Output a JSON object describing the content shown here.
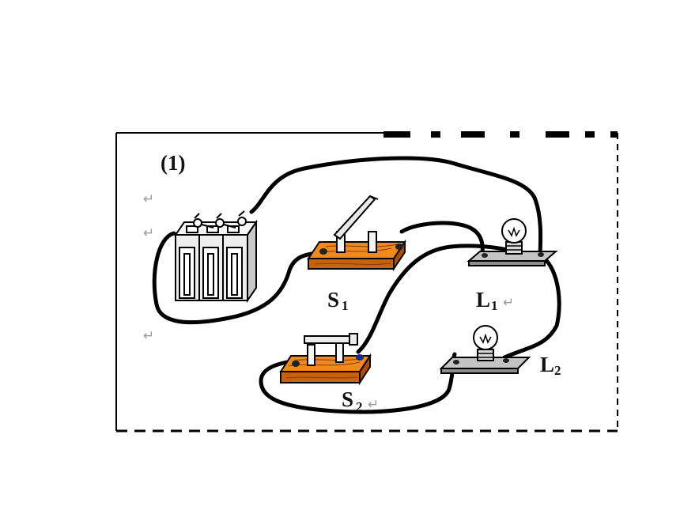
{
  "figure": {
    "number_label": "(1)",
    "paragraph_mark": "↵",
    "components": {
      "switch_1": {
        "letter": "S",
        "subscript": "1"
      },
      "switch_2": {
        "letter": "S",
        "subscript": "2"
      },
      "lamp_1": {
        "letter": "L",
        "subscript": "1"
      },
      "lamp_2": {
        "letter": "L",
        "subscript": "2"
      }
    }
  },
  "colors": {
    "wire": "#000000",
    "switch_base": "#e07a10",
    "switch_base_dark": "#a84f05",
    "lamp_base": "#a9a9a9",
    "battery_body": "#ededed",
    "paragraph_mark": "#9a9a9a"
  }
}
